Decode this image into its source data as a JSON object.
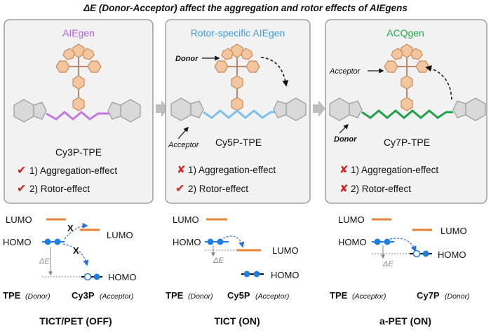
{
  "title": "ΔE (Donor-Acceptor) affect the aggregation and rotor effects of AIEgens",
  "colors": {
    "aiegen": "#b25fd8",
    "rotor_specific": "#3aa0e0",
    "acqgen": "#1faa4a",
    "orbital_line": "#e98333",
    "electron": "#1e7fe0",
    "check": "#d81f1f",
    "chain_cy3": "#c07ae0",
    "chain_cy5": "#7ec0ea",
    "chain_cy7": "#20a04a"
  },
  "panels": [
    {
      "header": "AIEgen",
      "compound": "Cy3P-TPE",
      "effects": [
        {
          "mark": "✔",
          "text": "1) Aggregation-effect"
        },
        {
          "mark": "✔",
          "text": "2) Rotor-effect"
        }
      ]
    },
    {
      "header": "Rotor-specific AIEgen",
      "compound": "Cy5P-TPE",
      "donor_label": "Donor",
      "acceptor_label": "Acceptor",
      "effects": [
        {
          "mark": "✘",
          "text": "1) Aggregation-effect"
        },
        {
          "mark": "✔",
          "text": "2) Rotor-effect"
        }
      ]
    },
    {
      "header": "ACQgen",
      "compound": "Cy7P-TPE",
      "donor_label": "Donor",
      "acceptor_label": "Acceptor",
      "effects": [
        {
          "mark": "✘",
          "text": "1) Aggregation-effect"
        },
        {
          "mark": "✘",
          "text": "2) Rotor-effect"
        }
      ]
    }
  ],
  "energy": {
    "lumo": "LUMO",
    "homo": "HOMO",
    "delta_e": "ΔE",
    "x_mark": "X",
    "diagrams": [
      {
        "left": "TPE",
        "left_role": "(Donor)",
        "right": "Cy3P",
        "right_role": "(Acceptor)",
        "mechanism": "TICT/PET (OFF)"
      },
      {
        "left": "TPE",
        "left_role": "(Donor)",
        "right": "Cy5P",
        "right_role": "(Acceptor)",
        "mechanism": "TICT (ON)"
      },
      {
        "left": "TPE",
        "left_role": "(Acceptor)",
        "right": "Cy7P",
        "right_role": "(Donor)",
        "mechanism": "a-PET (ON)"
      }
    ]
  }
}
